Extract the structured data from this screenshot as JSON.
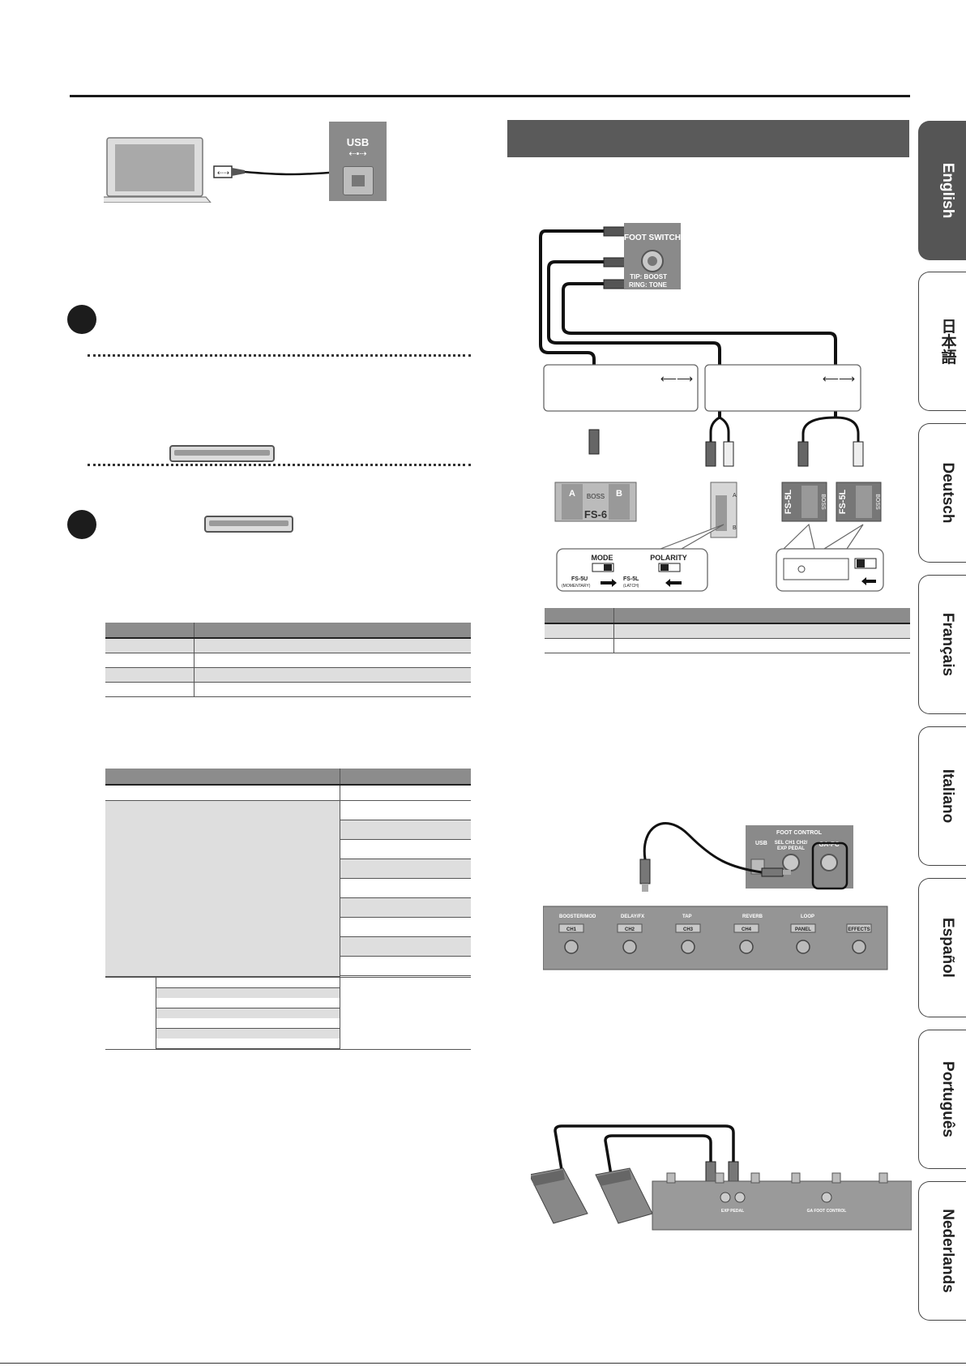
{
  "usb_panel": {
    "label": "USB",
    "symbol": "⇠•⇢"
  },
  "foot_switch_panel": {
    "title": "FOOT SWITCH",
    "tip_label": "TIP: BOOST",
    "ring_label": "RING: TONE"
  },
  "pedals": {
    "fs6_name": "FS-6",
    "fs6_brand": "BOSS",
    "fs6_button_a": "A",
    "fs6_button_b": "B",
    "fs5l_name": "FS-5L",
    "fs5l_brand": "BOSS",
    "side_switch_a": "A",
    "side_switch_b": "B"
  },
  "switch_settings": {
    "mode_label": "MODE",
    "polarity_label": "POLARITY",
    "fs5u_label": "FS-5U",
    "fs5u_sub": "(MOMENTARY)",
    "fs5l_label": "FS-5L",
    "fs5l_sub": "(LATCH)"
  },
  "foot_control_panel": {
    "title": "FOOT CONTROL",
    "usb_label": "USB",
    "jack_label_1": "SEL CH1 CH2/",
    "jack_label_2": "EXP PEDAL",
    "gafc_label": "GA-FC"
  },
  "ga_fc": {
    "groups": [
      "BOOSTER/MOD",
      "DELAY/FX",
      "TAP",
      "REVERB",
      "LOOP"
    ],
    "buttons": [
      "CH1",
      "CH2",
      "CH3",
      "CH4",
      "PANEL",
      "EFFECTS"
    ]
  },
  "exp_unit": {
    "jack_label": "EXP PEDAL",
    "control_label": "GA FOOT CONTROL"
  },
  "language_tabs": [
    "English",
    "日本語",
    "Deutsch",
    "Français",
    "Italiano",
    "Español",
    "Português",
    "Nederlands"
  ]
}
